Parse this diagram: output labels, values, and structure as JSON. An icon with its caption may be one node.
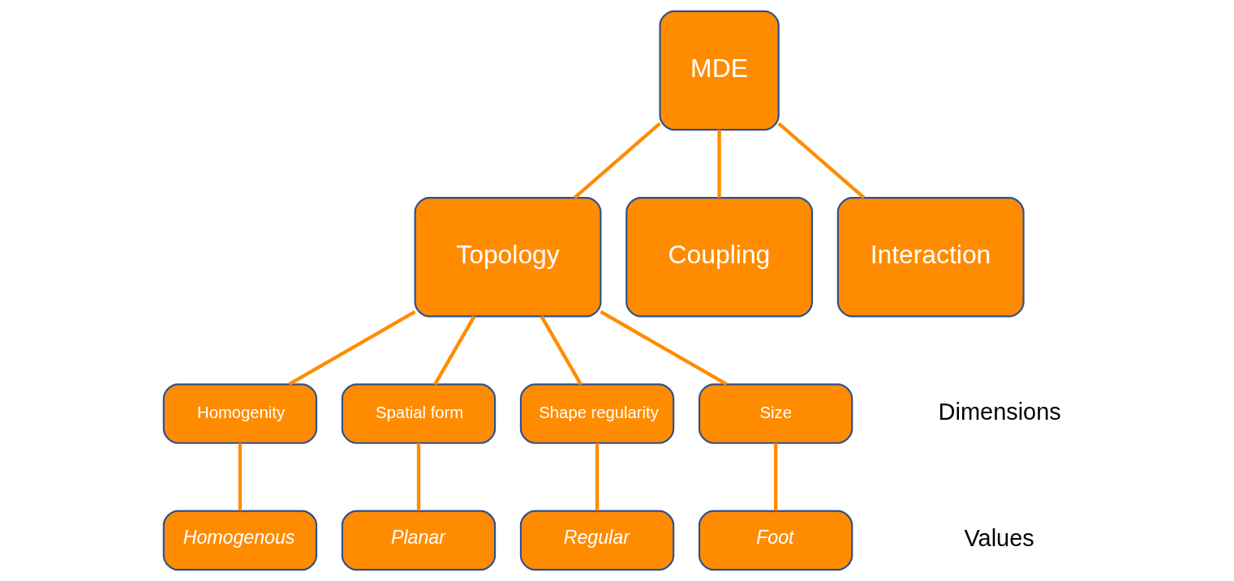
{
  "diagram": {
    "nodes": [
      {
        "text": [
          "MDE"
        ]
      },
      {
        "text": [
          "Topology"
        ]
      },
      {
        "text": [
          "Coupling"
        ]
      },
      {
        "text": [
          "Interaction"
        ]
      },
      {
        "text": [
          "Homogenity"
        ]
      },
      {
        "text": [
          "Spatial form"
        ]
      },
      {
        "text": [
          "Shape regularity"
        ]
      },
      {
        "text": [
          "Size"
        ]
      },
      {
        "text": [
          "Homogenous"
        ]
      },
      {
        "text": [
          "Planar"
        ]
      },
      {
        "text": [
          "Regular"
        ]
      },
      {
        "text": [
          "Foot"
        ]
      }
    ],
    "edges": [
      {
        "from": 0,
        "to": 1,
        "arrow": "none"
      },
      {
        "from": 0,
        "to": 2,
        "arrow": "none"
      },
      {
        "from": 0,
        "to": 3,
        "arrow": "none"
      },
      {
        "from": 1,
        "to": 4,
        "arrow": "none"
      },
      {
        "from": 1,
        "to": 5,
        "arrow": "none"
      },
      {
        "from": 1,
        "to": 6,
        "arrow": "none"
      },
      {
        "from": 1,
        "to": 7,
        "arrow": "none"
      },
      {
        "from": 4,
        "to": 8,
        "arrow": "none"
      },
      {
        "from": 5,
        "to": 9,
        "arrow": "none"
      },
      {
        "from": 6,
        "to": 10,
        "arrow": "none"
      },
      {
        "from": 7,
        "to": 11,
        "arrow": "none"
      }
    ],
    "labels": [
      "Dimensions",
      "Values"
    ]
  }
}
